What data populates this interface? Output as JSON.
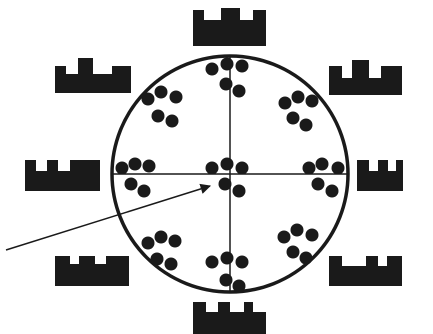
{
  "diagram": {
    "title": "",
    "colors": {
      "ink": "#1a1a1a",
      "paper": "#ffffff"
    },
    "blocks": [
      {
        "name": "top"
      },
      {
        "name": "top-left"
      },
      {
        "name": "top-right"
      },
      {
        "name": "left"
      },
      {
        "name": "right"
      },
      {
        "name": "bottom-left"
      },
      {
        "name": "bottom-right"
      },
      {
        "name": "bottom"
      }
    ],
    "dot_clusters": [
      {
        "name": "top"
      },
      {
        "name": "top-left"
      },
      {
        "name": "top-right"
      },
      {
        "name": "left"
      },
      {
        "name": "center"
      },
      {
        "name": "right"
      },
      {
        "name": "bottom-left"
      },
      {
        "name": "bottom-right"
      },
      {
        "name": "bottom"
      }
    ],
    "pointer": {
      "name": "arrow-to-center"
    }
  }
}
